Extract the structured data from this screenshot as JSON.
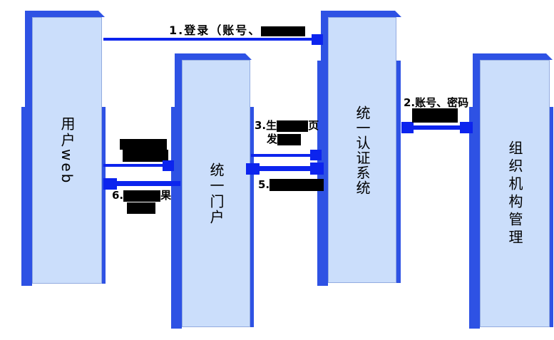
{
  "diagram": {
    "boxes": [
      {
        "id": "user-web",
        "label": "用户web"
      },
      {
        "id": "portal",
        "label": "统一门户"
      },
      {
        "id": "auth-system",
        "label": "统一认证系统"
      },
      {
        "id": "org-management",
        "label": "组织机构管理"
      }
    ],
    "step_labels": {
      "step1_prefix": "1.登录（账号、",
      "step2": "2.账号、密码",
      "step3_line1_prefix": "3.生",
      "step3_line1_suffix": "页",
      "step3_line2_prefix": "发",
      "step5_prefix": "5.",
      "step6_prefix": "6.",
      "step6_suffix": "果"
    },
    "colors": {
      "box_shadow_blue": "#2e52e4",
      "arrow_blue": "#0c24ee",
      "box_face_blue": "#cbdefb"
    }
  }
}
